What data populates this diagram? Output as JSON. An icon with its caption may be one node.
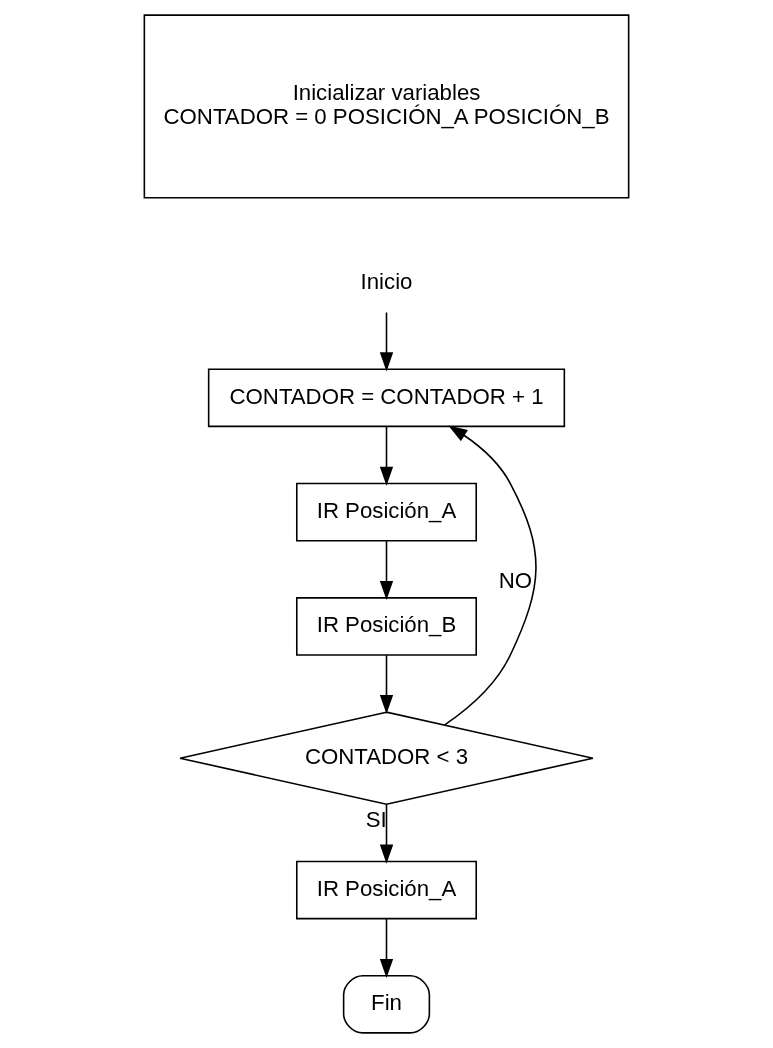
{
  "diagram": {
    "nodes": [
      {
        "text": [
          "Inicializar variables",
          "CONTADOR = 0 POSICIÓN_A POSICIÓN_B"
        ]
      },
      {
        "text": [
          "Inicio"
        ]
      },
      {
        "text": [
          "CONTADOR = CONTADOR + 1"
        ]
      },
      {
        "text": [
          "IR Posición_A"
        ]
      },
      {
        "text": [
          "IR Posición_B"
        ]
      },
      {
        "text": [
          "CONTADOR < 3"
        ]
      },
      {
        "text": [
          "IR Posición_A"
        ]
      },
      {
        "text": [
          "Fin"
        ]
      }
    ],
    "edges": [
      {
        "from": 1,
        "to": 2,
        "arrow": "to"
      },
      {
        "from": 2,
        "to": 3,
        "arrow": "to"
      },
      {
        "from": 3,
        "to": 4,
        "arrow": "to"
      },
      {
        "from": 4,
        "to": 5,
        "arrow": "to"
      },
      {
        "from": 5,
        "to": 2,
        "arrow": "to",
        "label": "NO"
      },
      {
        "from": 5,
        "to": 6,
        "arrow": "to",
        "label": "SI"
      },
      {
        "from": 6,
        "to": 7,
        "arrow": "to"
      }
    ]
  }
}
